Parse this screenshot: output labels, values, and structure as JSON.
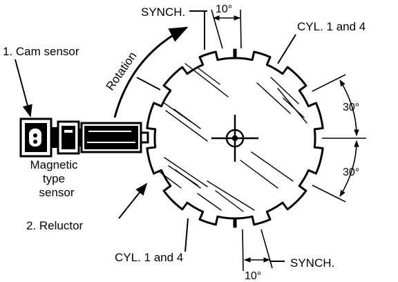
{
  "labels": {
    "cam_sensor": "1.  Cam sensor",
    "magnetic_line1": "Magnetic",
    "magnetic_line2": "type",
    "magnetic_line3": "sensor",
    "reluctor": "2.  Reluctor",
    "rotation": "Rotation",
    "synch_top": "SYNCH.",
    "synch_bottom": "SYNCH.",
    "cyl_top": "CYL. 1 and 4",
    "cyl_bottom": "CYL. 1 and 4",
    "angle_top": "10°",
    "angle_bottom": "10°",
    "angle_right_upper": "30°",
    "angle_right_lower": "30°"
  },
  "colors": {
    "ink": "#000000",
    "paper": "#ffffff"
  }
}
